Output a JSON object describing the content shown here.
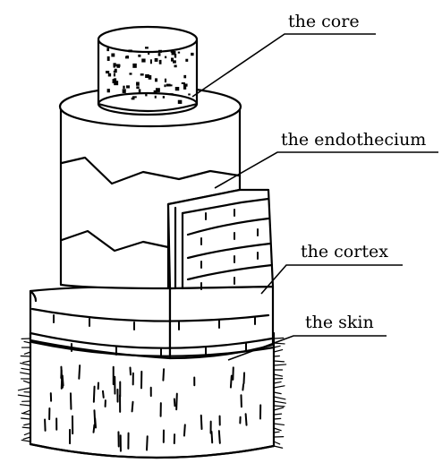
{
  "labels": {
    "core": "the core",
    "endothecium": "the endothecium",
    "cortex": "the cortex",
    "skin": "the skin"
  },
  "colors": {
    "line": "#000000",
    "background": "#ffffff"
  }
}
